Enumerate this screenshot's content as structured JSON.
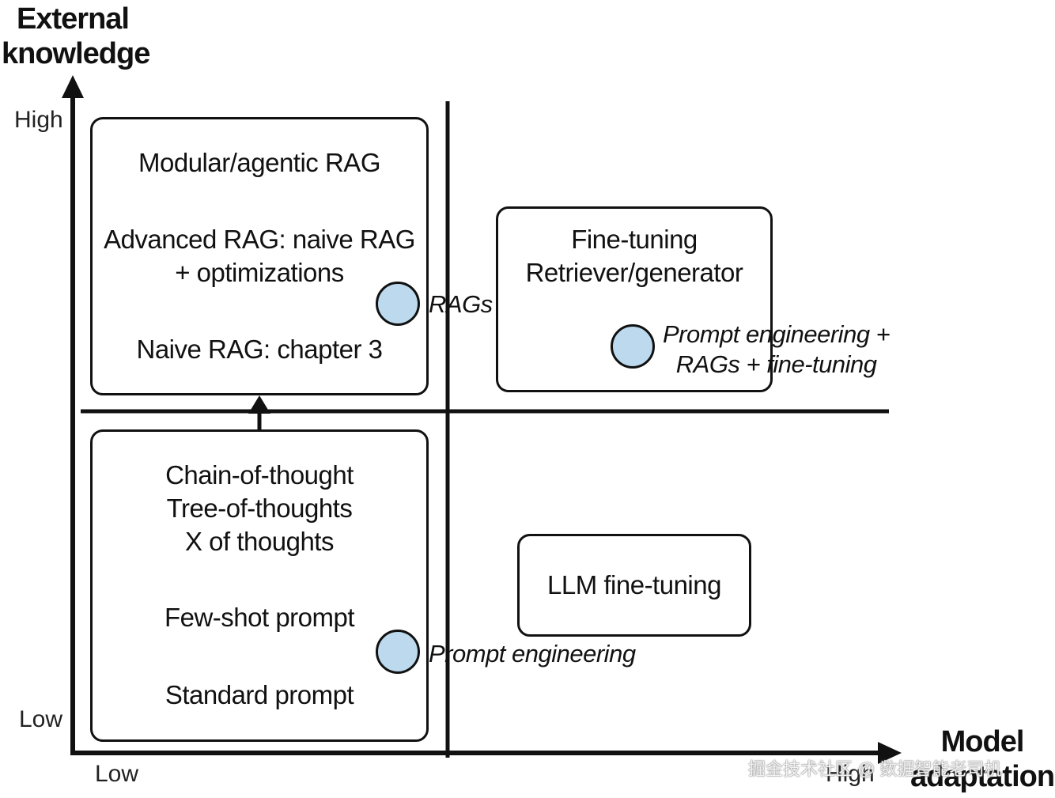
{
  "axes": {
    "y_title_line1": "External",
    "y_title_line2": "knowledge",
    "y_high": "High",
    "y_low": "Low",
    "x_title_line1": "Model",
    "x_title_line2": "adaptation",
    "x_low": "Low",
    "x_high": "High"
  },
  "top_left_box": {
    "item1": "Modular/agentic RAG",
    "item2_line1": "Advanced RAG: naive RAG",
    "item2_line2": "+ optimizations",
    "item3": "Naive RAG: chapter 3"
  },
  "bottom_left_box": {
    "line1": "Chain-of-thought",
    "line2": "Tree-of-thoughts",
    "line3": "X of thoughts",
    "item2": "Few-shot prompt",
    "item3": "Standard prompt"
  },
  "top_right_box": {
    "line1": "Fine-tuning",
    "line2": "Retriever/generator"
  },
  "bottom_right_box": {
    "label": "LLM fine-tuning"
  },
  "markers": {
    "rags": "RAGs",
    "prompt_engineering": "Prompt engineering",
    "combined_line1": "Prompt engineering +",
    "combined_line2": "RAGs + fine-tuning"
  },
  "colors": {
    "marker_fill": "#bcd9ee",
    "stroke": "#111111"
  },
  "watermark": "掘金技术社区 @ 数据智能老司机"
}
